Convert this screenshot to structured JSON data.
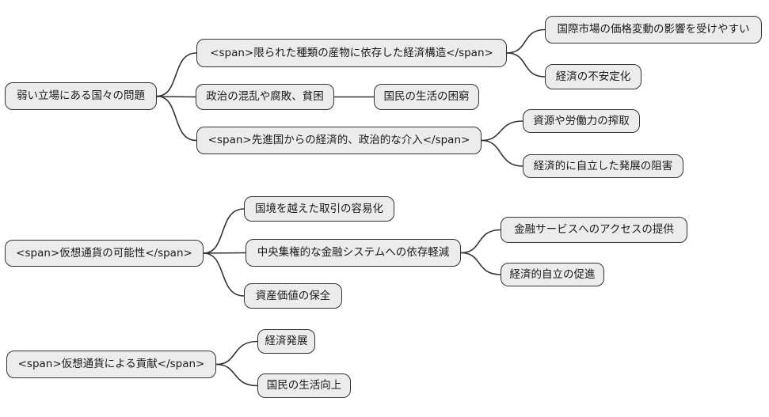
{
  "colors": {
    "canvas-bg": "#ffffff",
    "node-fill": "#ececec",
    "node-border": "#333333",
    "edge-stroke": "#333333",
    "text-color": "#1a1a1a"
  },
  "mindmap": {
    "type": "flowchart-left-to-right",
    "trees": [
      {
        "root": {
          "label": "弱い立場にある国々の問題",
          "children": [
            {
              "label": "<span>限られた種類の産物に依存した経済構造</span>",
              "children": [
                {
                  "label": "国際市場の価格変動の影響を受けやすい",
                  "children": []
                },
                {
                  "label": "経済の不安定化",
                  "children": []
                }
              ]
            },
            {
              "label": "政治の混乱や腐敗、貧困",
              "children": [
                {
                  "label": "国民の生活の困窮",
                  "children": []
                }
              ]
            },
            {
              "label": "<span>先進国からの経済的、政治的な介入</span>",
              "children": [
                {
                  "label": "資源や労働力の搾取",
                  "children": []
                },
                {
                  "label": "経済的に自立した発展の阻害",
                  "children": []
                }
              ]
            }
          ]
        }
      },
      {
        "root": {
          "label": "<span>仮想通貨の可能性</span>",
          "children": [
            {
              "label": "国境を越えた取引の容易化",
              "children": []
            },
            {
              "label": "中央集権的な金融システムへの依存軽減",
              "children": [
                {
                  "label": "金融サービスへのアクセスの提供",
                  "children": []
                },
                {
                  "label": "経済的自立の促進",
                  "children": []
                }
              ]
            },
            {
              "label": "資産価値の保全",
              "children": []
            }
          ]
        }
      },
      {
        "root": {
          "label": "<span>仮想通貨による貢献</span>",
          "children": [
            {
              "label": "経済発展",
              "children": []
            },
            {
              "label": "国民の生活向上",
              "children": []
            }
          ]
        }
      }
    ]
  }
}
